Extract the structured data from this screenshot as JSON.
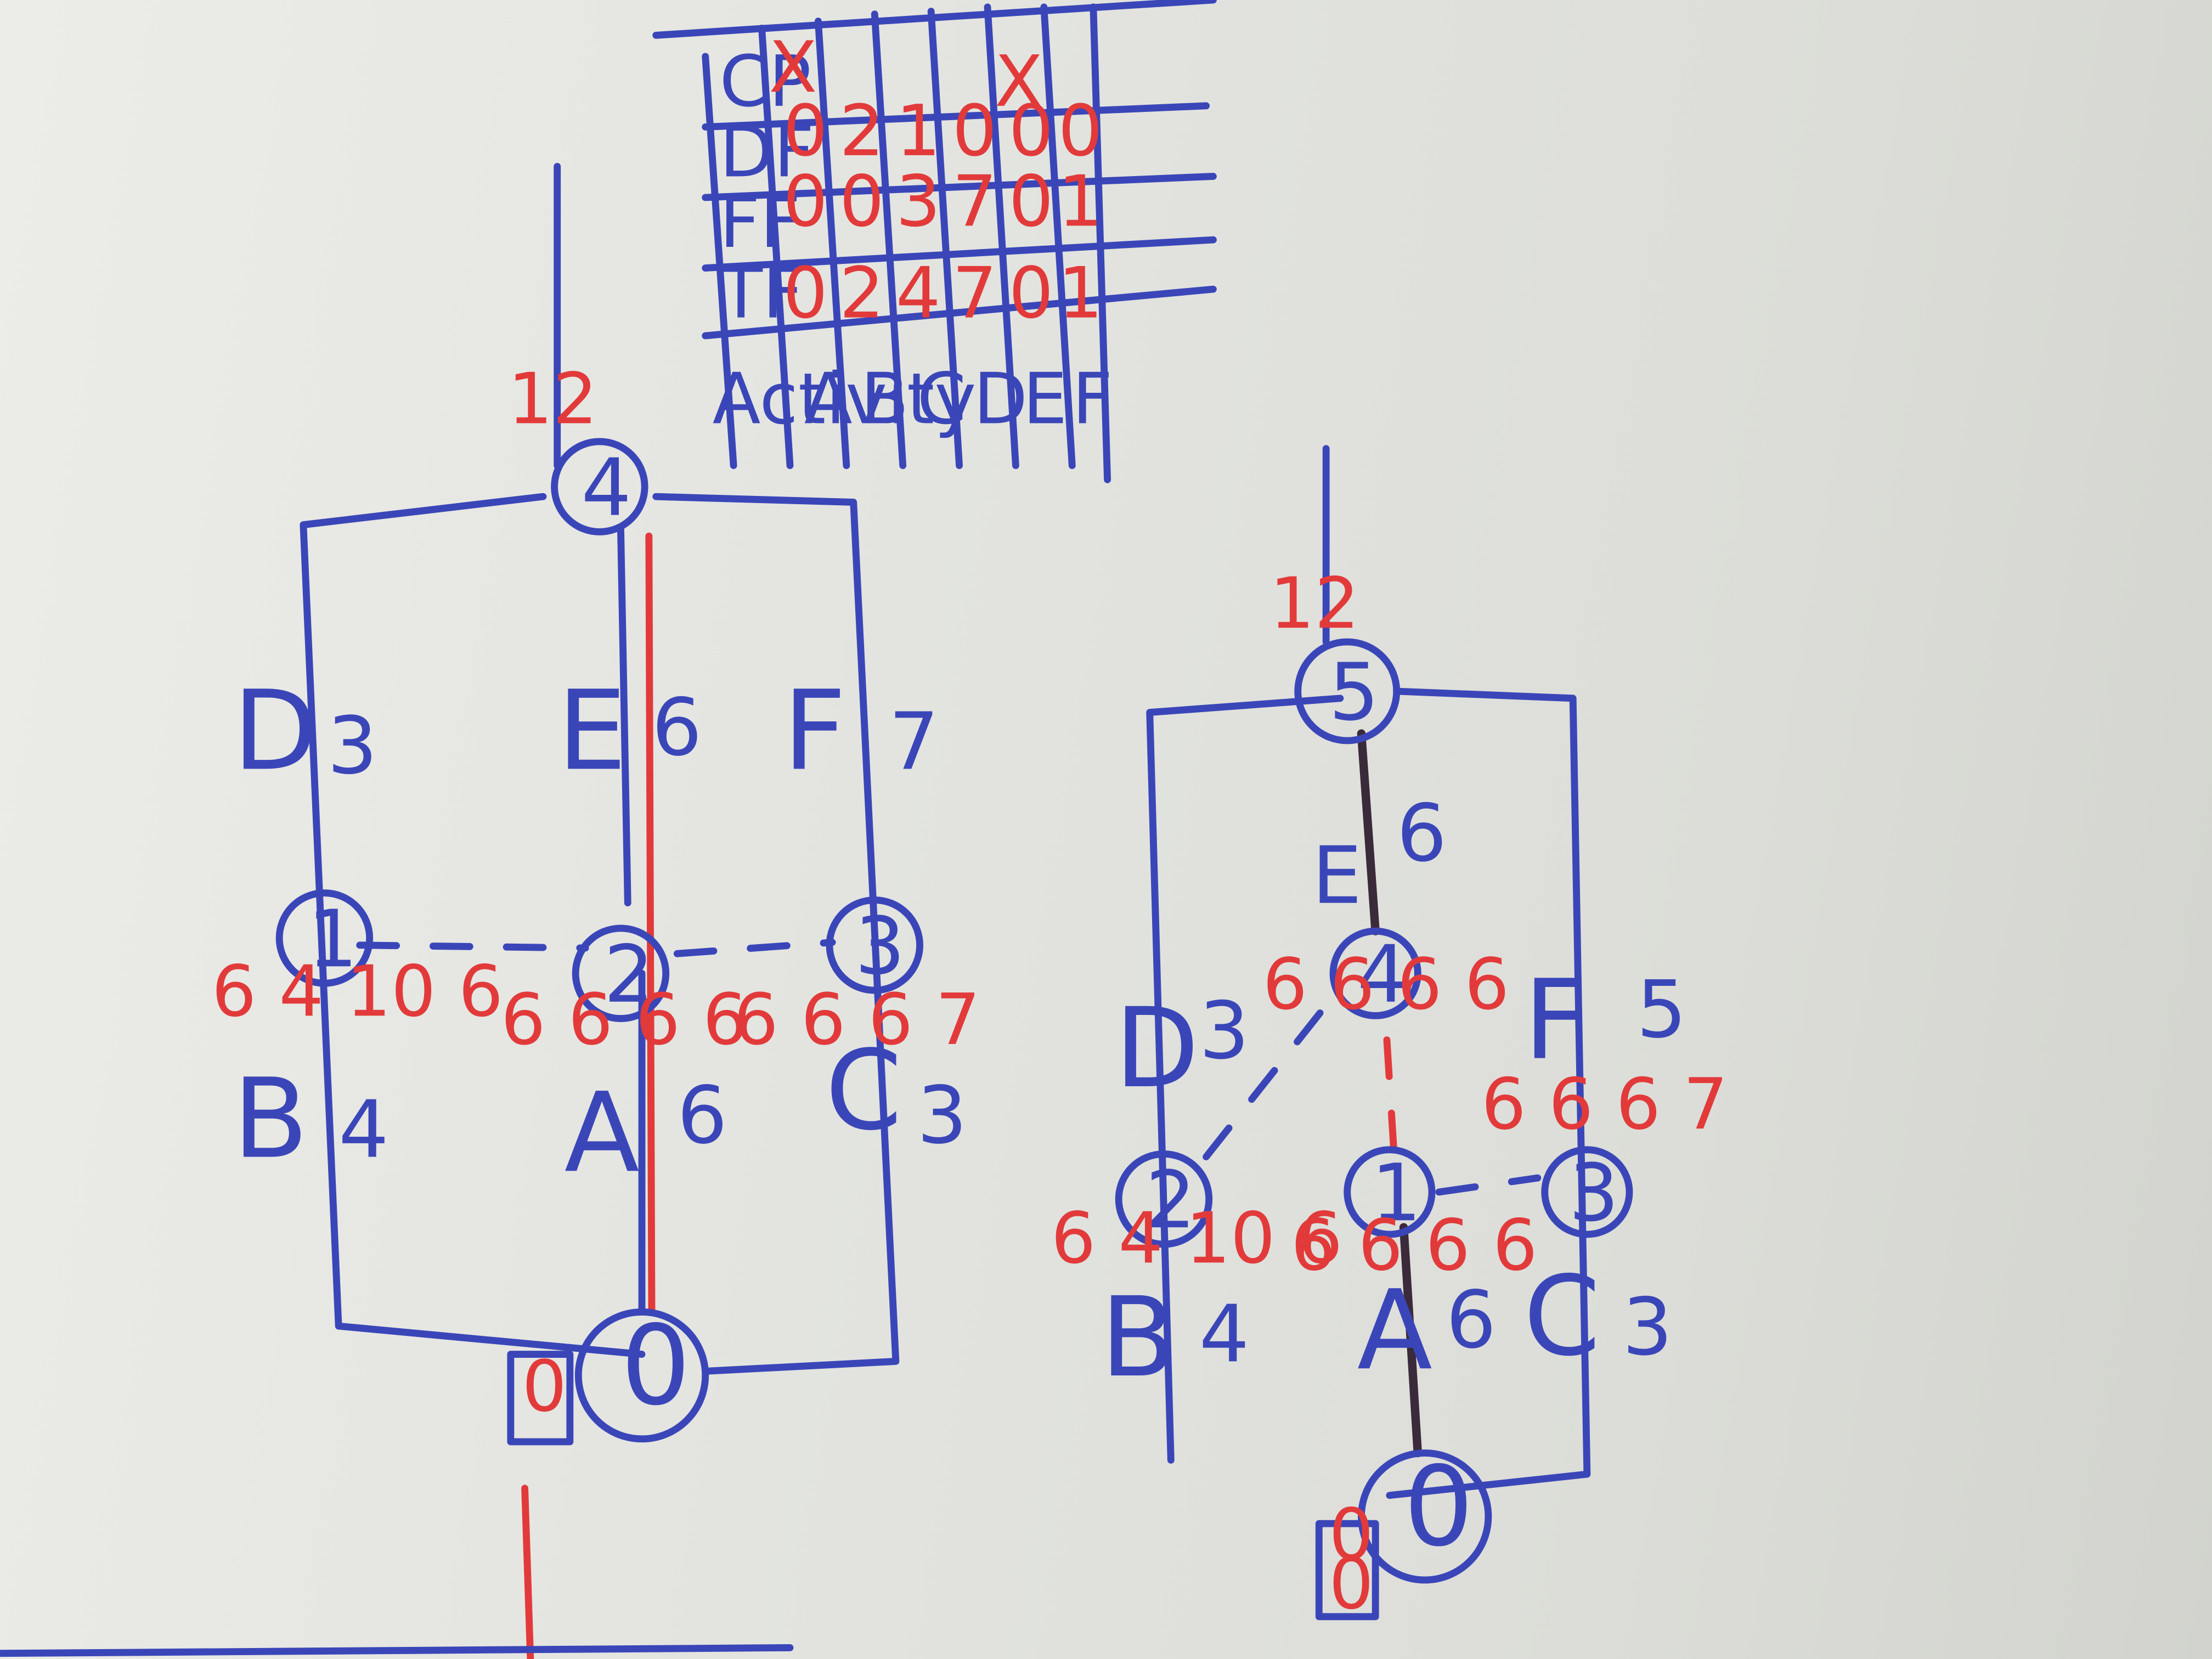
{
  "diagram1": {
    "nodes": [
      "0",
      "1",
      "2",
      "3",
      "4"
    ],
    "activities": [
      {
        "name": "B",
        "duration": "4",
        "times": "6 4 10 6"
      },
      {
        "name": "D",
        "duration": "3"
      },
      {
        "name": "A",
        "duration": "6",
        "times": "6 6 6 6"
      },
      {
        "name": "E",
        "duration": "6"
      },
      {
        "name": "C",
        "duration": "3",
        "times": "6 6 6 7"
      },
      {
        "name": "F",
        "duration": "7"
      }
    ],
    "end": "12",
    "start_box": "0"
  },
  "diagram2": {
    "nodes": [
      "0",
      "1",
      "2",
      "3",
      "4",
      "5"
    ],
    "activities": [
      {
        "name": "B",
        "duration": "4",
        "times": "6 4 10 6"
      },
      {
        "name": "D",
        "duration": "3"
      },
      {
        "name": "A",
        "duration": "6",
        "times": "6 6 6 6"
      },
      {
        "name": "E",
        "duration": "6",
        "times": "6 6 6 6"
      },
      {
        "name": "C",
        "duration": "3",
        "times": "6 6 6 7"
      },
      {
        "name": "F",
        "duration": "5"
      }
    ],
    "end": "12",
    "start_box": [
      "0",
      "0"
    ]
  },
  "table": {
    "headers": [
      "Activity",
      "TF",
      "FF",
      "DF",
      "CP"
    ],
    "rows": [
      [
        "A",
        "0",
        "0",
        "0",
        "X"
      ],
      [
        "B",
        "2",
        "0",
        "2",
        ""
      ],
      [
        "C",
        "4",
        "3",
        "1",
        ""
      ],
      [
        "D",
        "7",
        "7",
        "0",
        ""
      ],
      [
        "E",
        "0",
        "0",
        "0",
        "X"
      ],
      [
        "F",
        "1",
        "1",
        "0",
        ""
      ]
    ]
  }
}
